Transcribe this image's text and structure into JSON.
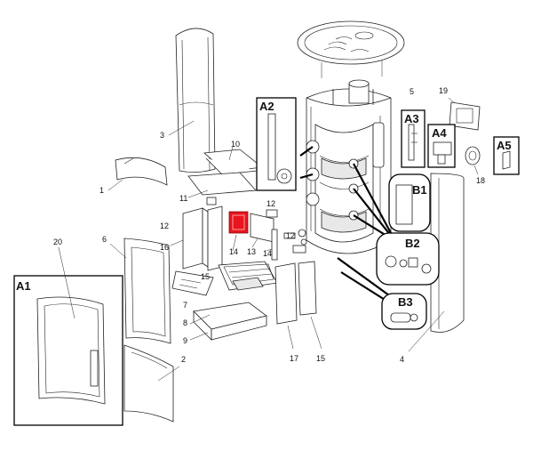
{
  "labels": {
    "n1": "1",
    "n2": "2",
    "n3": "3",
    "n4": "4",
    "n5": "5",
    "n6": "6",
    "n7": "7",
    "n8": "8",
    "n9": "9",
    "n10": "10",
    "n11": "11",
    "n12a": "12",
    "n12b": "12",
    "n12c": "12",
    "n13": "13",
    "n14a": "14",
    "n14b": "14",
    "n15a": "15",
    "n15b": "15",
    "n16": "16",
    "n17": "17",
    "n18": "18",
    "n19": "19",
    "n20": "20"
  },
  "boxes": {
    "a1": "A1",
    "a2": "A2",
    "a3": "A3",
    "a4": "A4",
    "a5": "A5",
    "b1": "B1",
    "b2": "B2",
    "b3": "B3"
  },
  "highlight_color": "#e8141e"
}
